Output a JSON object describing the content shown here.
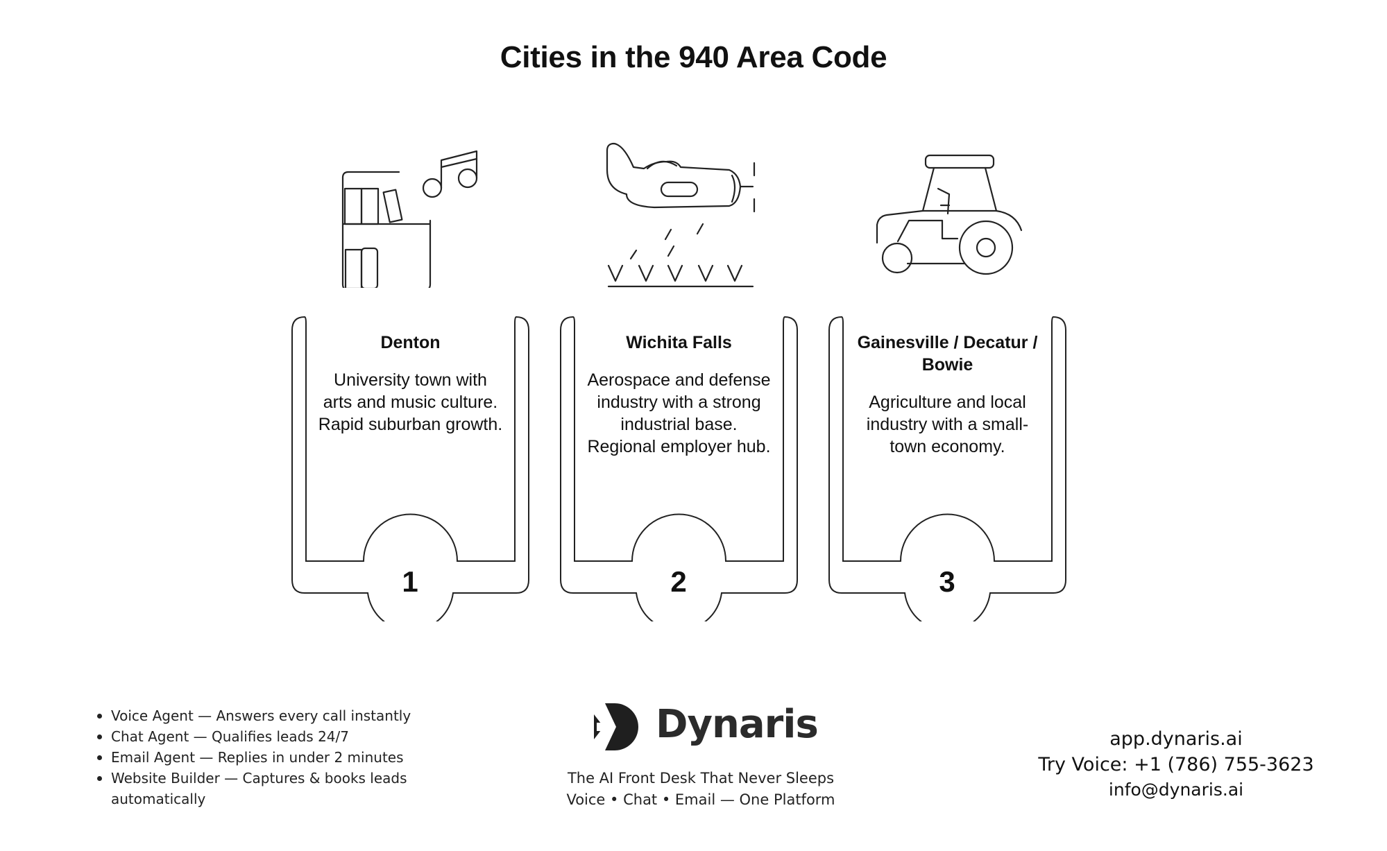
{
  "title": "Cities in the 940 Area Code",
  "cards": [
    {
      "number": "1",
      "city": "Denton",
      "description": "University town with arts and music culture. Rapid suburban growth.",
      "icon": "music-building-icon"
    },
    {
      "number": "2",
      "city": "Wichita Falls",
      "description": "Aerospace and defense industry with a strong industrial base. Regional employer hub.",
      "icon": "crop-duster-plane-icon"
    },
    {
      "number": "3",
      "city": "Gainesville / Decatur / Bowie",
      "description": "Agriculture and local industry with a small-town economy.",
      "icon": "tractor-icon"
    }
  ],
  "features": [
    "Voice Agent — Answers every call instantly",
    "Chat Agent — Qualifies leads 24/7",
    "Email Agent — Replies in under 2 minutes",
    " Website Builder — Captures & books leads automatically"
  ],
  "brand": {
    "name": "Dynaris",
    "tagline_1": "The AI Front Desk That Never Sleeps",
    "tagline_2": "Voice • Chat • Email — One Platform"
  },
  "contact": {
    "site": "app.dynaris.ai",
    "voice": "Try Voice: +1 (786) 755-3623",
    "email": "info@dynaris.ai"
  }
}
